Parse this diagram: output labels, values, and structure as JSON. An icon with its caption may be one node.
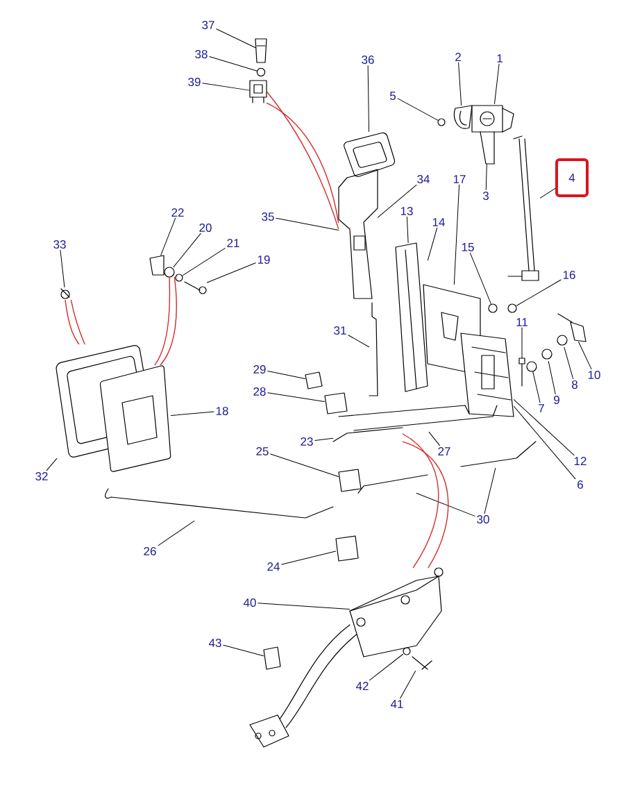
{
  "diagram": {
    "nodes": [
      {
        "text": [
          "37"
        ]
      },
      {
        "text": [
          "38"
        ]
      },
      {
        "text": [
          "2"
        ]
      },
      {
        "text": [
          "1"
        ]
      },
      {
        "text": [
          "36"
        ]
      },
      {
        "text": [
          "39"
        ]
      },
      {
        "text": [
          "5"
        ]
      },
      {
        "text": [
          "4"
        ]
      },
      {
        "text": [
          "34"
        ]
      },
      {
        "text": [
          "17"
        ]
      },
      {
        "text": [
          "3"
        ]
      },
      {
        "text": [
          "13"
        ]
      },
      {
        "text": [
          "22"
        ]
      },
      {
        "text": [
          "35"
        ]
      },
      {
        "text": [
          "14"
        ]
      },
      {
        "text": [
          "20"
        ]
      },
      {
        "text": [
          "21"
        ]
      },
      {
        "text": [
          "33"
        ]
      },
      {
        "text": [
          "15"
        ]
      },
      {
        "text": [
          "19"
        ]
      },
      {
        "text": [
          "16"
        ]
      },
      {
        "text": [
          "11"
        ]
      },
      {
        "text": [
          "31"
        ]
      },
      {
        "text": [
          "29"
        ]
      },
      {
        "text": [
          "10"
        ]
      },
      {
        "text": [
          "8"
        ]
      },
      {
        "text": [
          "28"
        ]
      },
      {
        "text": [
          "9"
        ]
      },
      {
        "text": [
          "7"
        ]
      },
      {
        "text": [
          "18"
        ]
      },
      {
        "text": [
          "23"
        ]
      },
      {
        "text": [
          "27"
        ]
      },
      {
        "text": [
          "25"
        ]
      },
      {
        "text": [
          "12"
        ]
      },
      {
        "text": [
          "32"
        ]
      },
      {
        "text": [
          "6"
        ]
      },
      {
        "text": [
          "30"
        ]
      },
      {
        "text": [
          "26"
        ]
      },
      {
        "text": [
          "24"
        ]
      },
      {
        "text": [
          "40"
        ]
      },
      {
        "text": [
          "43"
        ]
      },
      {
        "text": [
          "42"
        ]
      },
      {
        "text": [
          "41"
        ]
      },
      {
        "text": [],
        "shape": "picture"
      },
      {
        "text": [],
        "shape": "picture"
      },
      {
        "text": [],
        "shape": "picture"
      },
      {
        "text": [],
        "shape": "picture"
      },
      {
        "text": [],
        "shape": "picture"
      },
      {
        "text": [],
        "shape": "picture"
      },
      {
        "text": [],
        "shape": "picture"
      },
      {
        "text": [],
        "shape": "picture"
      },
      {
        "text": [],
        "shape": "picture"
      },
      {
        "text": [],
        "shape": "picture"
      },
      {
        "text": [],
        "shape": "picture"
      },
      {
        "text": [],
        "shape": "picture"
      },
      {
        "text": [],
        "shape": "circle"
      },
      {
        "text": [],
        "shape": "picture"
      },
      {
        "text": [],
        "shape": "picture"
      },
      {
        "text": [],
        "shape": "picture"
      },
      {
        "text": [],
        "shape": "picture"
      },
      {
        "text": [],
        "shape": "picture"
      },
      {
        "text": [],
        "shape": "picture"
      },
      {
        "text": [],
        "shape": "picture"
      },
      {
        "text": [],
        "shape": "circle"
      },
      {
        "text": [],
        "shape": "circle"
      },
      {
        "text": [],
        "shape": "circle"
      },
      {
        "text": [],
        "shape": "picture"
      },
      {
        "text": [],
        "shape": "picture"
      },
      {
        "text": [],
        "shape": "picture"
      },
      {
        "text": [],
        "shape": "picture"
      },
      {
        "text": [],
        "shape": "picture"
      },
      {
        "text": [],
        "shape": "picture"
      },
      {
        "text": [],
        "shape": "picture"
      },
      {
        "text": [],
        "shape": "picture"
      },
      {
        "text": [],
        "shape": "picture"
      },
      {
        "text": [],
        "shape": "picture"
      },
      {
        "text": [],
        "shape": "picture"
      },
      {
        "text": [],
        "shape": "picture"
      },
      {
        "text": [],
        "shape": "picture"
      },
      {
        "text": [],
        "shape": "picture"
      },
      {
        "text": [],
        "shape": "picture"
      },
      {
        "text": [],
        "shape": "picture"
      },
      {
        "text": [],
        "shape": "picture"
      },
      {
        "text": [],
        "shape": "picture"
      }
    ],
    "edges": [
      {
        "from": 0,
        "to": 43,
        "arrow": "none"
      },
      {
        "from": 1,
        "to": 44,
        "arrow": "none"
      },
      {
        "from": 2,
        "to": 48,
        "arrow": "none"
      },
      {
        "from": 3,
        "to": 49,
        "arrow": "none"
      },
      {
        "from": 4,
        "to": 46,
        "arrow": "none"
      },
      {
        "from": 5,
        "to": 45,
        "arrow": "none"
      },
      {
        "from": 6,
        "to": 47,
        "arrow": "none"
      },
      {
        "from": 7,
        "to": 51,
        "arrow": "none"
      },
      {
        "from": 8,
        "to": 52,
        "arrow": "none"
      },
      {
        "from": 9,
        "to": 59,
        "arrow": "none"
      },
      {
        "from": 10,
        "to": 50,
        "arrow": "none"
      },
      {
        "from": 11,
        "to": 53,
        "arrow": "none"
      },
      {
        "from": 12,
        "to": 54,
        "arrow": "none"
      },
      {
        "from": 13,
        "to": 52,
        "arrow": "none"
      },
      {
        "from": 14,
        "to": 53,
        "arrow": "none"
      },
      {
        "from": 15,
        "to": 55,
        "arrow": "none"
      },
      {
        "from": 16,
        "to": 56,
        "arrow": "none"
      },
      {
        "from": 17,
        "to": 58,
        "arrow": "none"
      },
      {
        "from": 18,
        "to": 60,
        "arrow": "none"
      },
      {
        "from": 19,
        "to": 57,
        "arrow": "none"
      },
      {
        "from": 20,
        "to": 61,
        "arrow": "none"
      },
      {
        "from": 21,
        "to": 66,
        "arrow": "none"
      },
      {
        "from": 22,
        "to": 67,
        "arrow": "none"
      },
      {
        "from": 23,
        "to": 69,
        "arrow": "none"
      },
      {
        "from": 24,
        "to": 62,
        "arrow": "none"
      },
      {
        "from": 25,
        "to": 63,
        "arrow": "none"
      },
      {
        "from": 26,
        "to": 70,
        "arrow": "none"
      },
      {
        "from": 27,
        "to": 64,
        "arrow": "none"
      },
      {
        "from": 28,
        "to": 65,
        "arrow": "none"
      },
      {
        "from": 29,
        "to": 72,
        "arrow": "none"
      },
      {
        "from": 30,
        "to": 74,
        "arrow": "none"
      },
      {
        "from": 31,
        "to": 73,
        "arrow": "none"
      },
      {
        "from": 32,
        "to": 75,
        "arrow": "none"
      },
      {
        "from": 33,
        "to": 68,
        "arrow": "none"
      },
      {
        "from": 34,
        "to": 71,
        "arrow": "none"
      },
      {
        "from": 35,
        "to": 68,
        "arrow": "none"
      },
      {
        "from": 36,
        "to": 76,
        "arrow": "none"
      },
      {
        "from": 36,
        "to": 77,
        "arrow": "none"
      },
      {
        "from": 37,
        "to": 78,
        "arrow": "none"
      },
      {
        "from": 38,
        "to": 79,
        "arrow": "none"
      },
      {
        "from": 39,
        "to": 80,
        "arrow": "none"
      },
      {
        "from": 40,
        "to": 81,
        "arrow": "none"
      },
      {
        "from": 41,
        "to": 82,
        "arrow": "none"
      },
      {
        "from": 42,
        "to": 83,
        "arrow": "none"
      },
      {
        "from": 45,
        "to": 52,
        "arrow": "none",
        "color": "#d42a2a"
      },
      {
        "from": 45,
        "to": 52,
        "arrow": "none",
        "color": "#d42a2a"
      },
      {
        "from": 58,
        "to": 71,
        "arrow": "none",
        "color": "#d42a2a"
      },
      {
        "from": 58,
        "to": 71,
        "arrow": "none",
        "color": "#d42a2a"
      },
      {
        "from": 55,
        "to": 72,
        "arrow": "none",
        "color": "#d42a2a"
      },
      {
        "from": 55,
        "to": 72,
        "arrow": "none",
        "color": "#d42a2a"
      },
      {
        "from": 74,
        "to": 80,
        "arrow": "none",
        "color": "#d42a2a"
      },
      {
        "from": 74,
        "to": 80,
        "arrow": "none",
        "color": "#d42a2a"
      }
    ]
  }
}
